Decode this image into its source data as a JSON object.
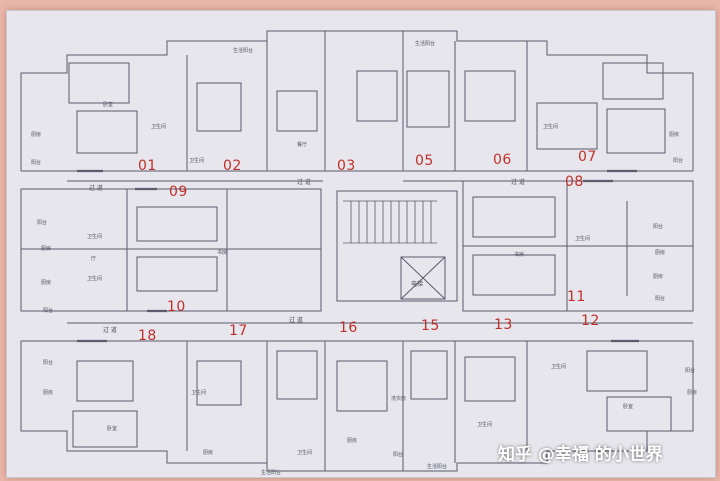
{
  "floor_plan": {
    "units": {
      "u01": "01",
      "u02": "02",
      "u03": "03",
      "u05": "05",
      "u06": "06",
      "u07": "07",
      "u08": "08",
      "u09": "09",
      "u10": "10",
      "u11": "11",
      "u12": "12",
      "u13": "13",
      "u15": "15",
      "u16": "16",
      "u17": "17",
      "u18": "18"
    },
    "corridor_label": "过 道",
    "elevator_label": "电梯",
    "room_labels": {
      "living": "厅",
      "dining": "餐厅",
      "bedroom": "卧室",
      "kitchen": "厨房",
      "bathroom": "卫生间",
      "balcony": "阳台",
      "life_balcony": "生活阳台",
      "laundry": "洗衣房",
      "study": "书房"
    }
  },
  "watermark": "知乎 @幸福 的小世界",
  "colors": {
    "paper": "#e6e6ec",
    "line": "#5b5b6e",
    "unit_number": "#c0302a",
    "background": "#e9b7a9"
  }
}
